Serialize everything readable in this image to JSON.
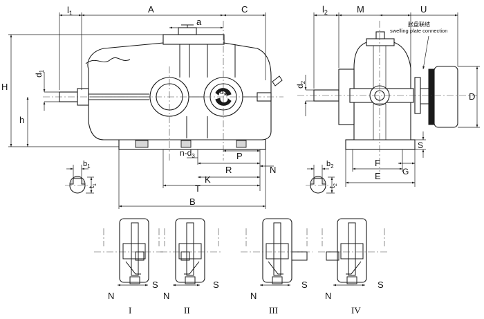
{
  "front_view": {
    "dims": {
      "l1": "l",
      "l1_sub": "1",
      "A": "A",
      "a": "a",
      "C": "C",
      "H": "H",
      "d1": "d",
      "d1_sub": "1",
      "h": "h",
      "d_center": "d",
      "d_center_sub": "★",
      "n_d3": "n-d",
      "n_d3_sub": "3",
      "P": "P",
      "R": "R",
      "N": "N",
      "K": "K",
      "T": "T",
      "B": "B"
    },
    "keyway": {
      "b1": "b",
      "b1_sub": "1",
      "t1": "t",
      "t1_sub": "1"
    }
  },
  "side_view": {
    "dims": {
      "l2": "l",
      "l2_sub": "2",
      "M": "M",
      "U": "U",
      "d2": "d",
      "d2_sub": "2",
      "D": "D",
      "S": "S",
      "G": "G",
      "F": "F",
      "E": "E"
    },
    "annotation_cn": "胀盘联结",
    "annotation_en": "swelling plate connection",
    "keyway": {
      "b2": "b",
      "b2_sub": "2",
      "t2": "t",
      "t2_sub": "2"
    }
  },
  "assembly_types": [
    {
      "roman": "I",
      "N": "N",
      "S": "S"
    },
    {
      "roman": "II",
      "N": "N",
      "S": "S"
    },
    {
      "roman": "III",
      "N": "N",
      "S": "S"
    },
    {
      "roman": "IV",
      "N": "N",
      "S": "S"
    }
  ]
}
